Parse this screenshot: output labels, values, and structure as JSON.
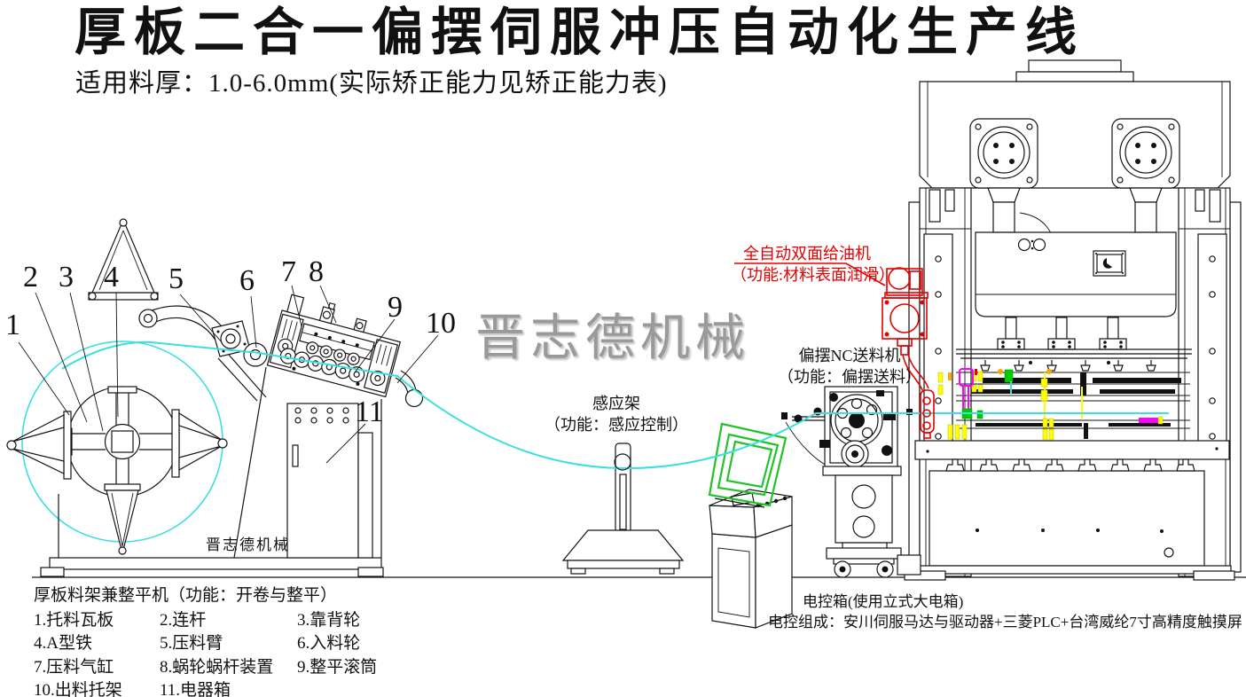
{
  "header": {
    "title": "厚板二合一偏摆伺服冲压自动化生产线",
    "subtitle": "适用料厚：1.0-6.0mm(实际矫正能力见矫正能力表)"
  },
  "watermark": "晋志德机械",
  "machine_nameplate": "晋志德机械",
  "annotations": {
    "oiler_line1": "全自动双面给油机",
    "oiler_line2": "（功能:材料表面润滑）",
    "feeder_line1": "偏摆NC送料机",
    "feeder_line2": "（功能：偏摆送料）",
    "sensor_line1": "感应架",
    "sensor_line2": "（功能：感应控制）",
    "control_line1": "电控箱(使用立式大电箱)",
    "control_line2": "电控组成：安川伺服马达与驱动器+三菱PLC+台湾威纶7寸高精度触摸屏"
  },
  "legend": {
    "title": "厚板料架兼整平机（功能：开卷与整平）",
    "items": [
      {
        "label": "1.托料瓦板"
      },
      {
        "label": "2.连杆"
      },
      {
        "label": "3.靠背轮"
      },
      {
        "label": "4.A型铁"
      },
      {
        "label": "5.压料臂"
      },
      {
        "label": "6.入料轮"
      },
      {
        "label": "7.压料气缸"
      },
      {
        "label": "8.蜗轮蜗杆装置"
      },
      {
        "label": "9.整平滚筒"
      },
      {
        "label": "10.出料托架"
      },
      {
        "label": "11.电器箱"
      }
    ]
  },
  "callouts": [
    "1",
    "2",
    "3",
    "4",
    "5",
    "6",
    "7",
    "8",
    "9",
    "10",
    "11"
  ],
  "colors": {
    "strip_cyan": "#3ae0e0",
    "annotation_red": "#e60000",
    "screen_green": "#22c32a",
    "clamp_yellow": "#ffff00",
    "clamp_magenta": "#ff00ff",
    "clamp_green": "#00cc00",
    "clamp_orange": "#ffa500",
    "watermark_gray": "#9a9a9a",
    "line_black": "#151515"
  }
}
